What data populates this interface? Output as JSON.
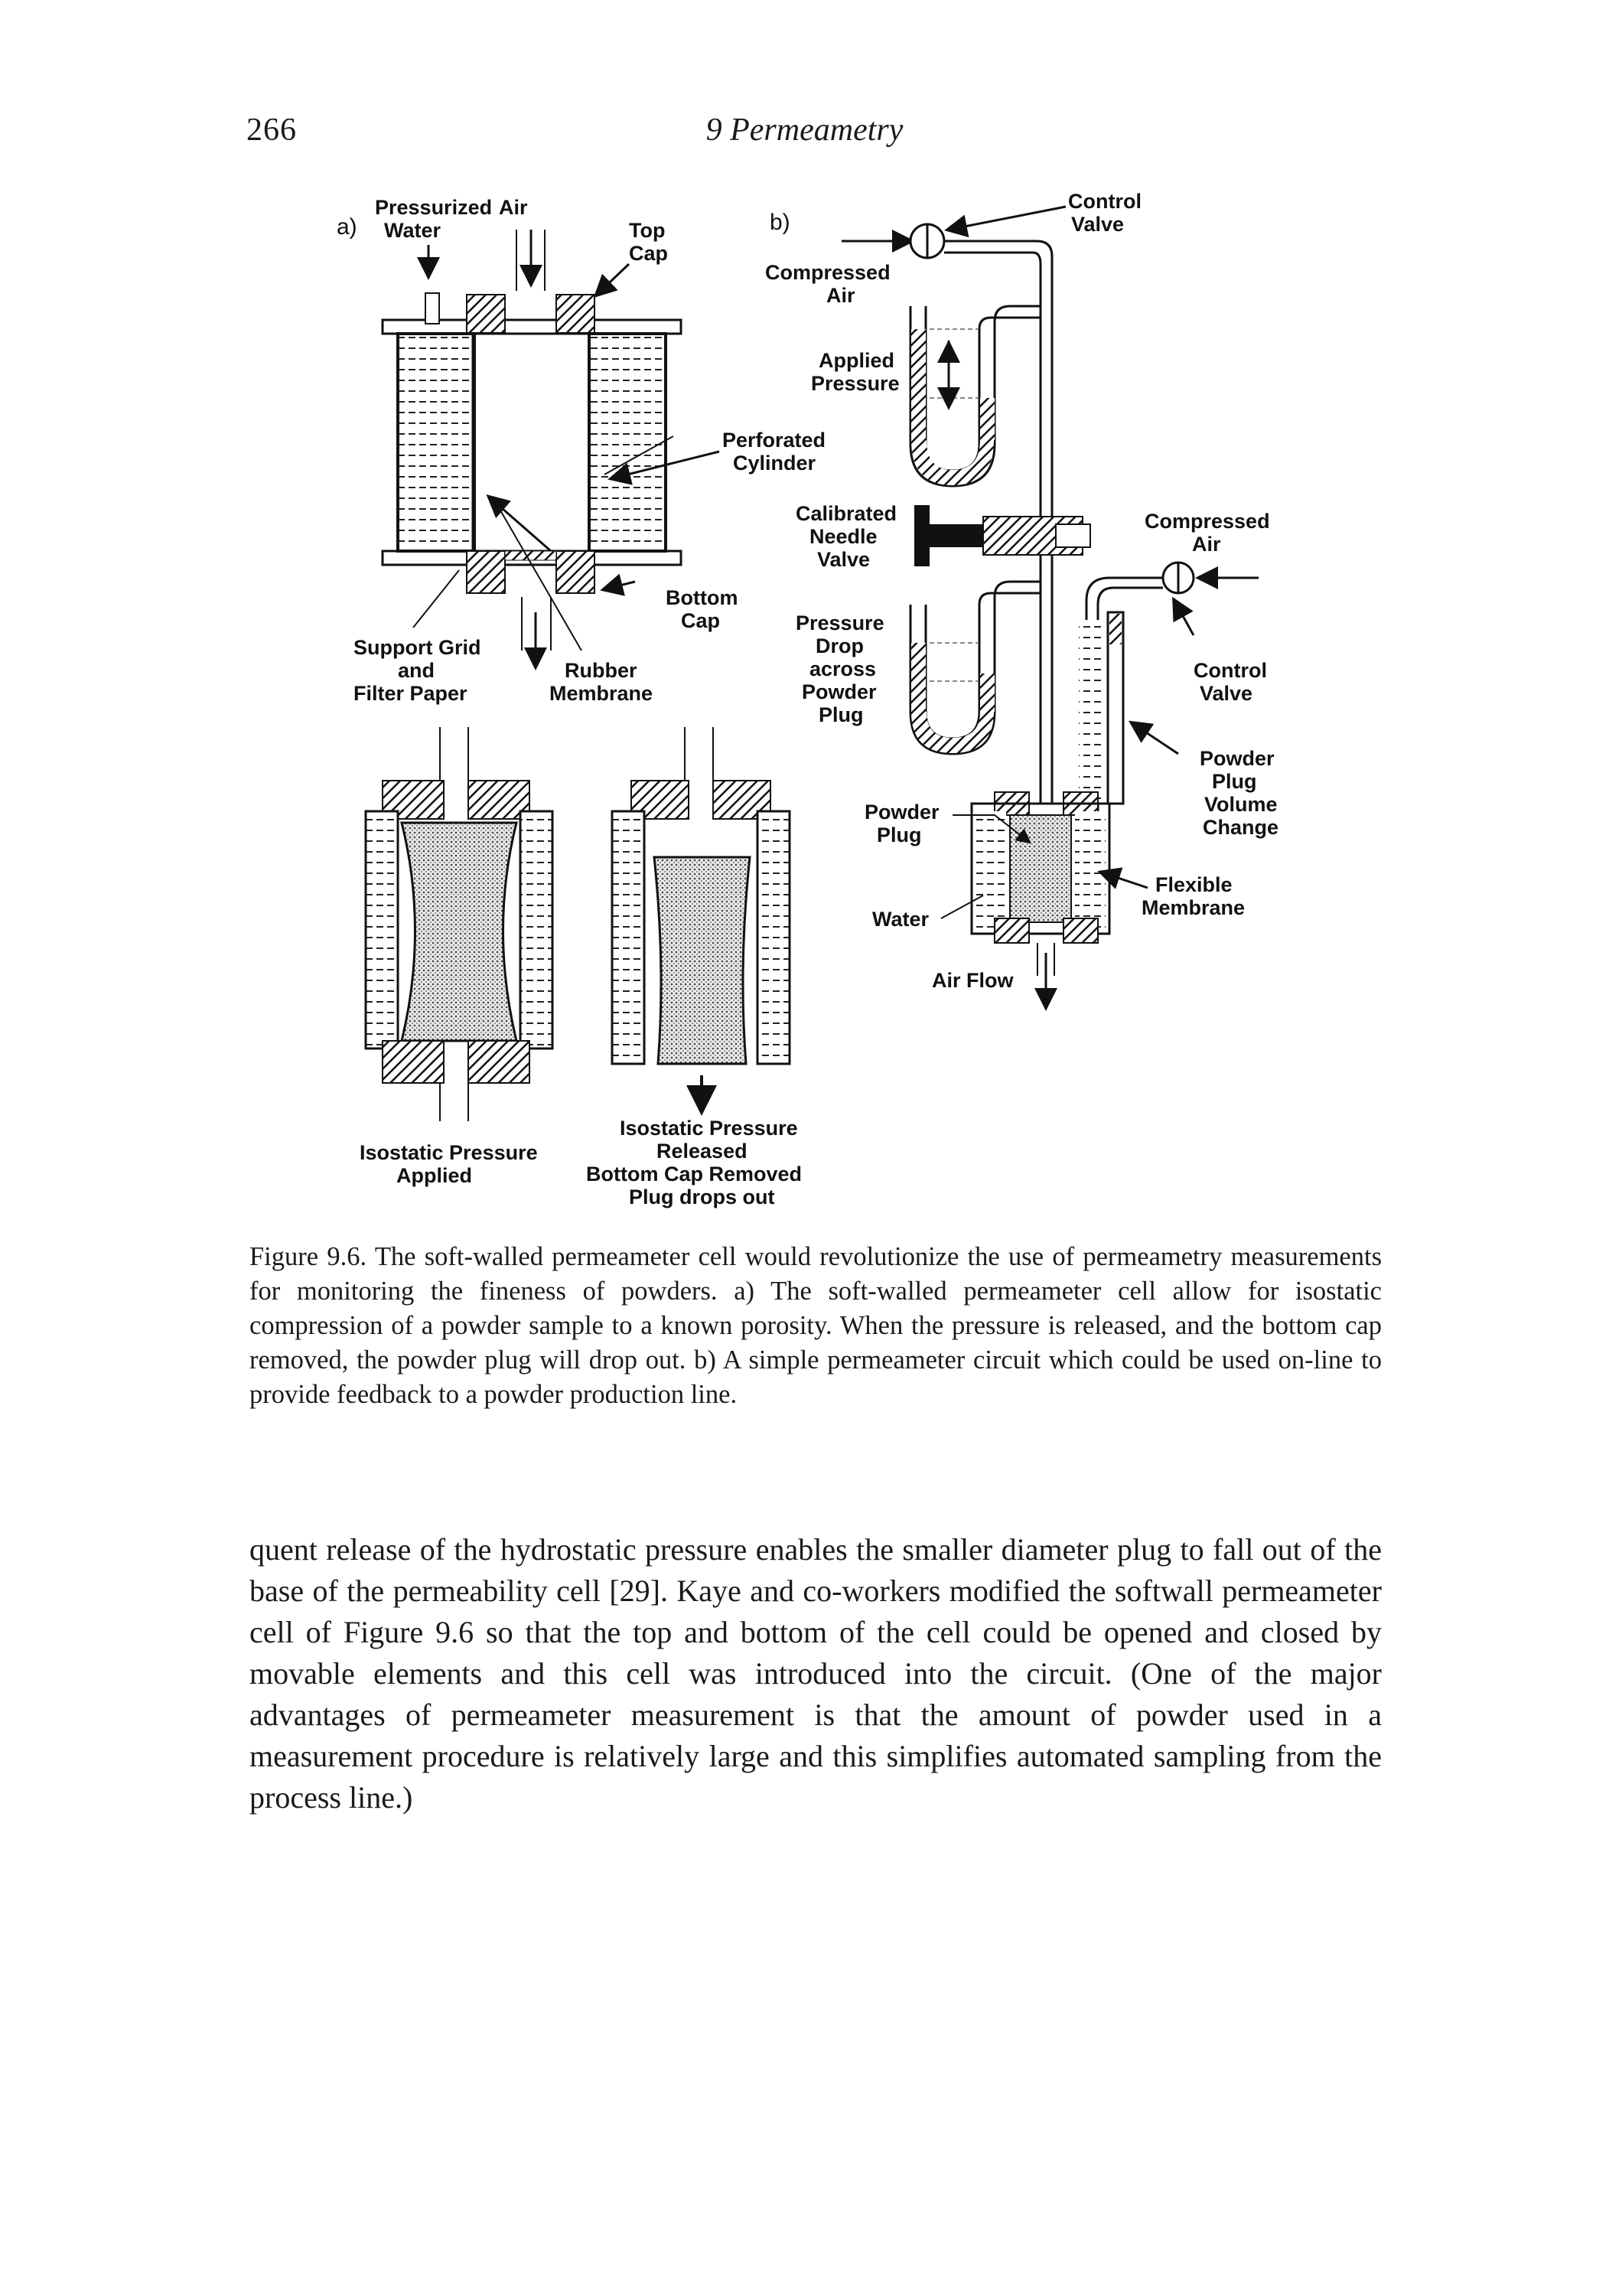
{
  "header": {
    "page_number": "266",
    "running_head": "9 Permeametry"
  },
  "figure": {
    "panel_a": {
      "label": "a)",
      "pressurized_water": [
        "Pressurized",
        "Water"
      ],
      "air": "Air",
      "top_cap": [
        "Top",
        "Cap"
      ],
      "bottom_cap": [
        "Bottom",
        "Cap"
      ],
      "support_grid": [
        "Support Grid",
        "and",
        "Filter Paper"
      ],
      "rubber_membrane": [
        "Rubber",
        "Membrane"
      ],
      "perforated_cylinder": [
        "Perforated",
        "Cylinder"
      ],
      "isostatic_applied": [
        "Isostatic Pressure",
        "Applied"
      ],
      "isostatic_released": [
        "Isostatic Pressure",
        "Released",
        "Bottom Cap Removed",
        "Plug drops out"
      ]
    },
    "panel_b": {
      "label": "b)",
      "compressed_air_top": [
        "Compressed",
        "Air"
      ],
      "control_valve_top": [
        "Control",
        "Valve"
      ],
      "applied_pressure": [
        "Applied",
        "Pressure"
      ],
      "calibrated_needle_valve": [
        "Calibrated",
        "Needle",
        "Valve"
      ],
      "compressed_air_right": [
        "Compressed",
        "Air"
      ],
      "control_valve_right": [
        "Control",
        "Valve"
      ],
      "pressure_drop": [
        "Pressure",
        "Drop",
        "across",
        "Powder",
        "Plug"
      ],
      "powder_plug_volume_change": [
        "Powder",
        "Plug",
        "Volume",
        "Change"
      ],
      "powder_plug": [
        "Powder",
        "Plug"
      ],
      "water": "Water",
      "flexible_membrane": [
        "Flexible",
        "Membrane"
      ],
      "air_flow": "Air Flow"
    },
    "caption": {
      "label": "Figure 9.6.",
      "text": " The soft-walled permeameter cell would revolutionize the use of permeametry measurements for monitoring the fineness of powders. a) The soft-walled permeameter cell allow for isostatic compression of a powder sample to a known porosity. When the pressure is released, and the bottom cap removed, the powder plug will drop out. b) A simple permeameter circuit which could be used on-line to provide feedback to a powder production line."
    }
  },
  "body": {
    "paragraph": "quent release of the hydrostatic pressure enables the smaller diameter plug to fall out of the base of the permeability cell [29]. Kaye and co-workers modified the softwall permeameter cell of Figure 9.6 so that the top and bottom of the cell could be opened and closed by movable elements and this cell was introduced into the circuit. (One of the major advantages of permeameter measurement is that the amount of powder used in a measurement procedure is relatively large and this simplifies automated sampling from the process line.)"
  }
}
